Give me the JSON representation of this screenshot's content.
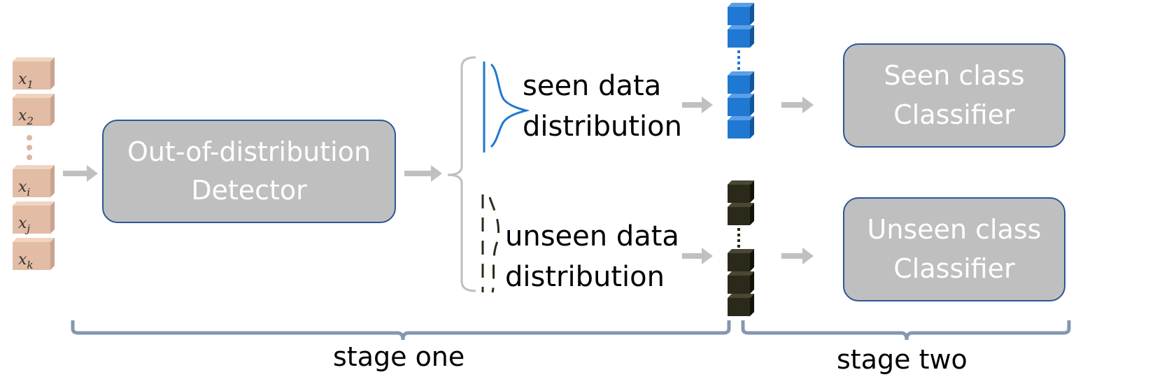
{
  "inputs": {
    "top": [
      "x1",
      "x2"
    ],
    "bottom": [
      "xi",
      "xj",
      "xk"
    ]
  },
  "detector": {
    "line1": "Out-of-distribution",
    "line2": "Detector"
  },
  "seen_branch": {
    "label_line1": "seen data",
    "label_line2": "distribution"
  },
  "unseen_branch": {
    "label_line1": "unseen data",
    "label_line2": "distribution"
  },
  "seen_classifier": {
    "line1": "Seen class",
    "line2": "Classifier"
  },
  "unseen_classifier": {
    "line1": "Unseen class",
    "line2": "Classifier"
  },
  "stages": {
    "one": "stage one",
    "two": "stage two"
  },
  "colors": {
    "input_cube": "#e3bca6",
    "box_fill": "#bfbfbf",
    "box_border": "#2f5597",
    "seen_cube": "#1f78d1",
    "unseen_cube": "#2b2a1a",
    "arrow": "#c0c0c0",
    "stage_bracket": "#8497b0"
  }
}
